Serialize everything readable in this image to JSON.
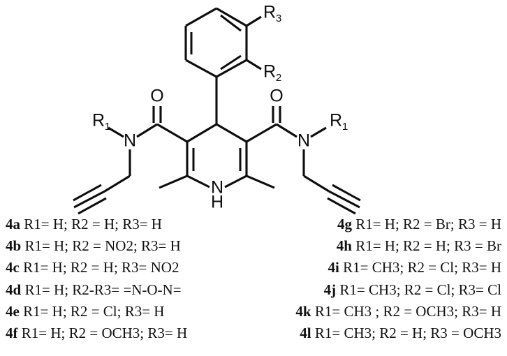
{
  "document": {
    "type": "chemical-structure-diagram",
    "background_color": "#ffffff",
    "line_color": "#0d0d0d"
  },
  "structure": {
    "name": "symmetric 1,4-dihydropyridine-3,5-dicarboxamide scaffold",
    "labels": {
      "aryl_r3": {
        "base": "R",
        "sub": "3"
      },
      "aryl_r2": {
        "base": "R",
        "sub": "2"
      },
      "amide_r1_left": {
        "base": "R",
        "sub": "1"
      },
      "amide_r1_right": {
        "base": "R",
        "sub": "1"
      },
      "carbonyl_o_left": "O",
      "carbonyl_o_right": "O",
      "amide_n_left": "N",
      "amide_n_right": "N",
      "ring_n": "N",
      "ring_nh_hydrogen": "H"
    }
  },
  "legend": {
    "left_column": [
      {
        "key": "4a",
        "text": "R1= H; R2 = H; R3= H"
      },
      {
        "key": "4b",
        "text": "R1= H; R2 = NO2; R3= H"
      },
      {
        "key": "4c",
        "text": "R1= H; R2 = H; R3= NO2"
      },
      {
        "key": "4d",
        "text": "R1= H; R2-R3= =N-O-N="
      },
      {
        "key": "4e",
        "text": "R1= H; R2 = Cl; R3= H"
      },
      {
        "key": "4f",
        "text": "R1= H; R2 = OCH3; R3= H"
      }
    ],
    "right_column": [
      {
        "key": "4g",
        "text": "R1= H; R2 = Br; R3 = H"
      },
      {
        "key": "4h",
        "text": "R1= H; R2 = H; R3 = Br"
      },
      {
        "key": "4i",
        "text": "R1= CH3; R2 = Cl; R3= H"
      },
      {
        "key": "4j",
        "text": "R1= CH3; R2 = Cl; R3= Cl"
      },
      {
        "key": "4k",
        "text": "R1= CH3 ; R2 = OCH3; R3= H"
      },
      {
        "key": "4l",
        "text": "R1= CH3; R2 = H; R3 = OCH3"
      }
    ]
  }
}
